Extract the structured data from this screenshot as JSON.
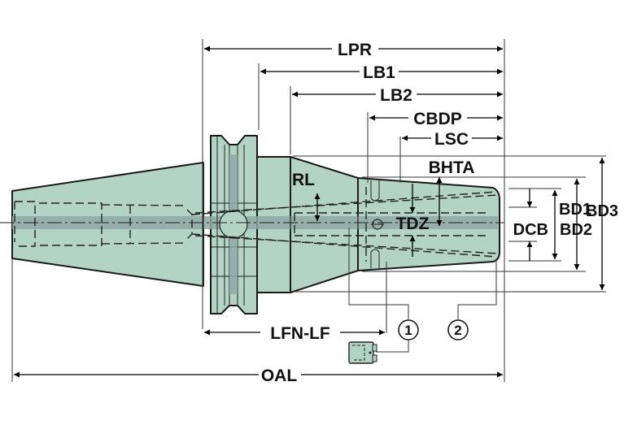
{
  "diagram": {
    "title": "Tool holder dimension drawing",
    "colors": {
      "body": "#b3d4c4",
      "core": "#8fa8a6",
      "line": "#111111"
    },
    "dimensions": {
      "lpr": "LPR",
      "lb1": "LB1",
      "lb2": "LB2",
      "cbdp": "CBDP",
      "lsc": "LSC",
      "bhta": "BHTA",
      "rl": "RL",
      "tdz": "TDZ",
      "bd1": "BD1",
      "bd2": "BD2",
      "bd3": "BD3",
      "dcb": "DCB",
      "lfn_lf": "LFN-LF",
      "oal": "OAL"
    },
    "callouts": [
      "1",
      "2"
    ]
  }
}
